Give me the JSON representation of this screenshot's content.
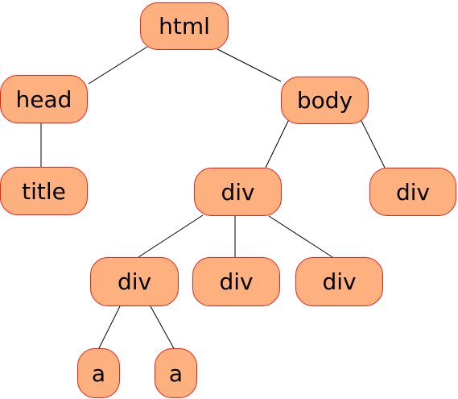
{
  "style": {
    "node_fill": "#ffb07f",
    "node_border": "#e8231b",
    "edge_color": "#000000"
  },
  "tree": {
    "nodes": [
      {
        "id": "html",
        "label": "html"
      },
      {
        "id": "head",
        "label": "head"
      },
      {
        "id": "body",
        "label": "body"
      },
      {
        "id": "title",
        "label": "title"
      },
      {
        "id": "body-div-1",
        "label": "div"
      },
      {
        "id": "body-div-2",
        "label": "div"
      },
      {
        "id": "inner-div-1",
        "label": "div"
      },
      {
        "id": "inner-div-2",
        "label": "div"
      },
      {
        "id": "inner-div-3",
        "label": "div"
      },
      {
        "id": "a-1",
        "label": "a"
      },
      {
        "id": "a-2",
        "label": "a"
      }
    ],
    "edges": [
      [
        "html",
        "head"
      ],
      [
        "html",
        "body"
      ],
      [
        "head",
        "title"
      ],
      [
        "body",
        "body-div-1"
      ],
      [
        "body",
        "body-div-2"
      ],
      [
        "body-div-1",
        "inner-div-1"
      ],
      [
        "body-div-1",
        "inner-div-2"
      ],
      [
        "body-div-1",
        "inner-div-3"
      ],
      [
        "inner-div-1",
        "a-1"
      ],
      [
        "inner-div-1",
        "a-2"
      ]
    ]
  }
}
